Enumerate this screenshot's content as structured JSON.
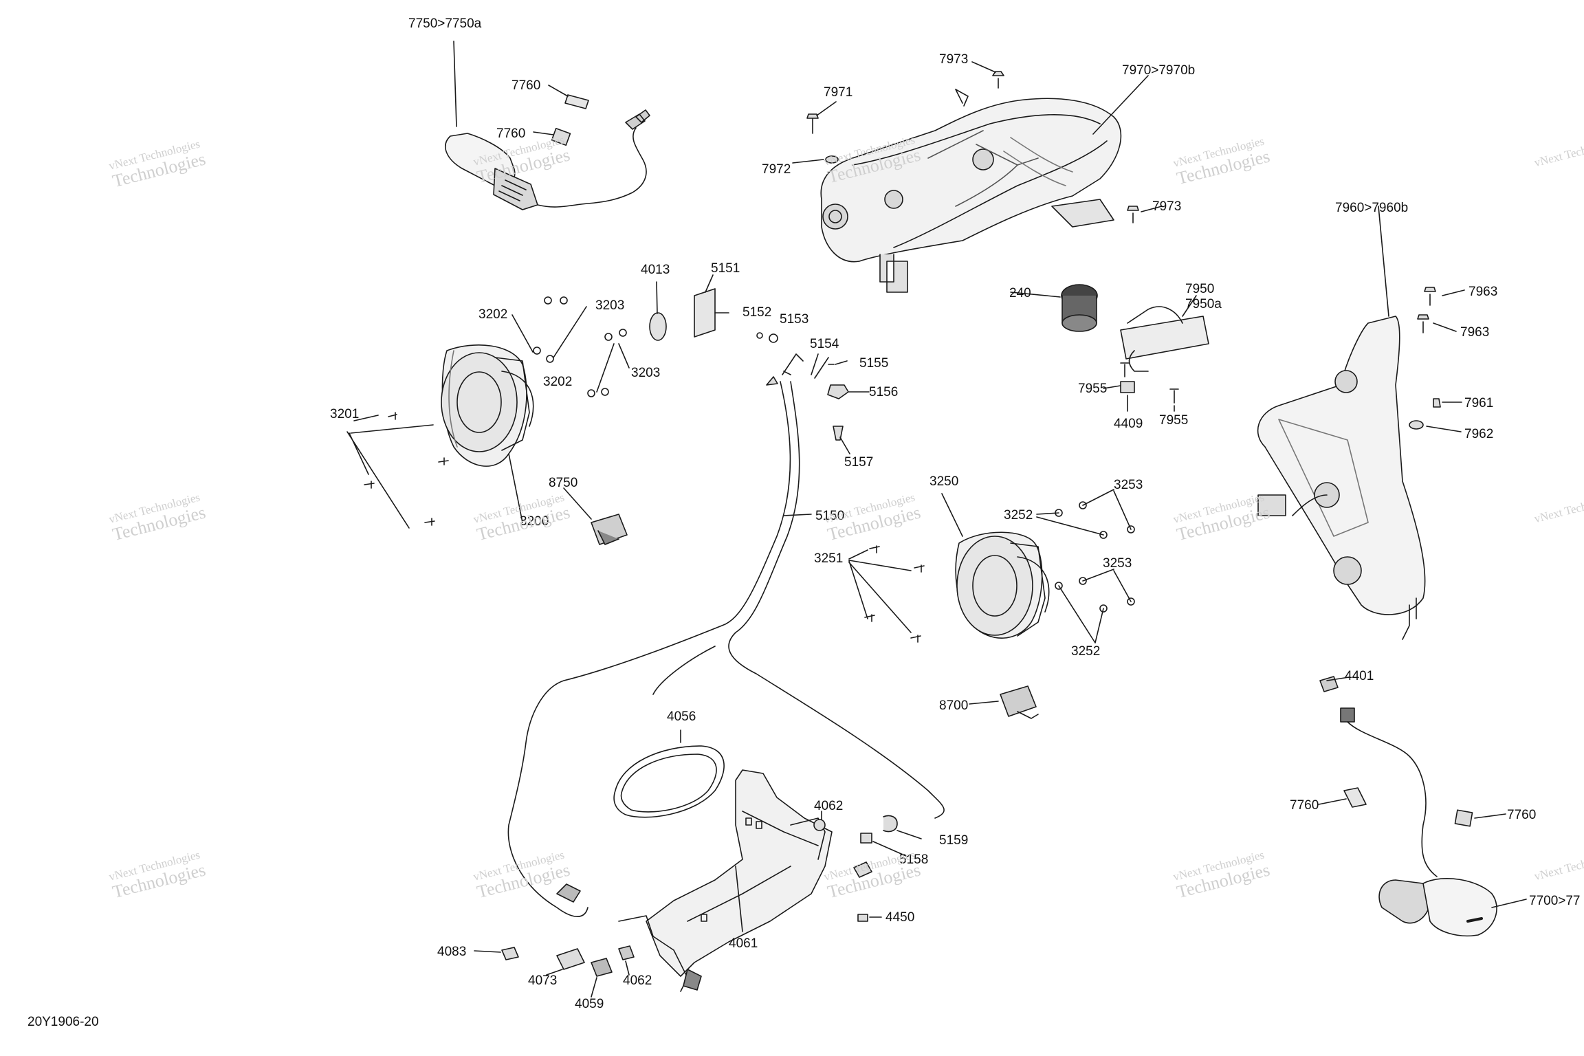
{
  "document_id": "20Y1906-20",
  "watermark": {
    "line1": "vNext Technologies",
    "line2": "Technologies",
    "top": "vNext"
  },
  "callouts": {
    "c7750": "7750>7750a",
    "c7760_a": "7760",
    "c7760_b": "7760",
    "c7970": "7970>7970b",
    "c7973_a": "7973",
    "c7971": "7971",
    "c7972": "7972",
    "c7973_b": "7973",
    "c7960": "7960>7960b",
    "c7963_a": "7963",
    "c7963_b": "7963",
    "c7961": "7961",
    "c7962": "7962",
    "c240": "240",
    "c7950": "7950",
    "c7950a": "7950a",
    "c7955_a": "7955",
    "c7955_b": "7955",
    "c4409": "4409",
    "c4013": "4013",
    "c5151": "5151",
    "c5152": "5152",
    "c5153": "5153",
    "c5154": "5154",
    "c5155": "5155",
    "c5156": "5156",
    "c5157": "5157",
    "c5150": "5150",
    "c3202_a": "3202",
    "c3203_a": "3203",
    "c3202_b": "3202",
    "c3203_b": "3203",
    "c3201": "3201",
    "c3200": "3200",
    "c8750": "8750",
    "c3250": "3250",
    "c3253_a": "3253",
    "c3252_a": "3252",
    "c3251": "3251",
    "c3253_b": "3253",
    "c3252_b": "3252",
    "c8700": "8700",
    "c4401": "4401",
    "c7760_c": "7760",
    "c7760_d": "7760",
    "c7700": "7700>77",
    "c4056": "4056",
    "c4062_a": "4062",
    "c5159": "5159",
    "c5158": "5158",
    "c4450": "4450",
    "c4061": "4061",
    "c4083": "4083",
    "c4073": "4073",
    "c4062_b": "4062",
    "c4059": "4059"
  }
}
